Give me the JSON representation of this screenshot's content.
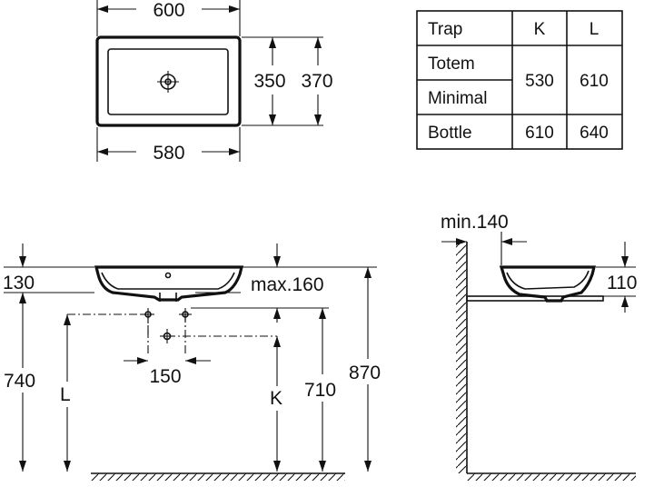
{
  "top_view": {
    "dim_outer_width": "600",
    "dim_inner_width": "580",
    "dim_inner_depth": "350",
    "dim_outer_depth": "370"
  },
  "trap_table": {
    "headers": [
      "Trap",
      "K",
      "L"
    ],
    "rows": [
      {
        "label": "Totem",
        "k": "530",
        "l": "610"
      },
      {
        "label": "Minimal",
        "k": "530",
        "l": "610"
      },
      {
        "label": "Bottle",
        "k": "610",
        "l": "640"
      }
    ]
  },
  "front_view": {
    "dim_basin_height": "130",
    "dim_max_deck": "max.160",
    "dim_mount_height": "740",
    "dim_waste_height": "710",
    "dim_total_height": "870",
    "dim_pipe_spacing": "150",
    "label_l": "L",
    "label_k": "K"
  },
  "side_view": {
    "dim_min_wall": "min.140",
    "dim_side_height": "110"
  }
}
